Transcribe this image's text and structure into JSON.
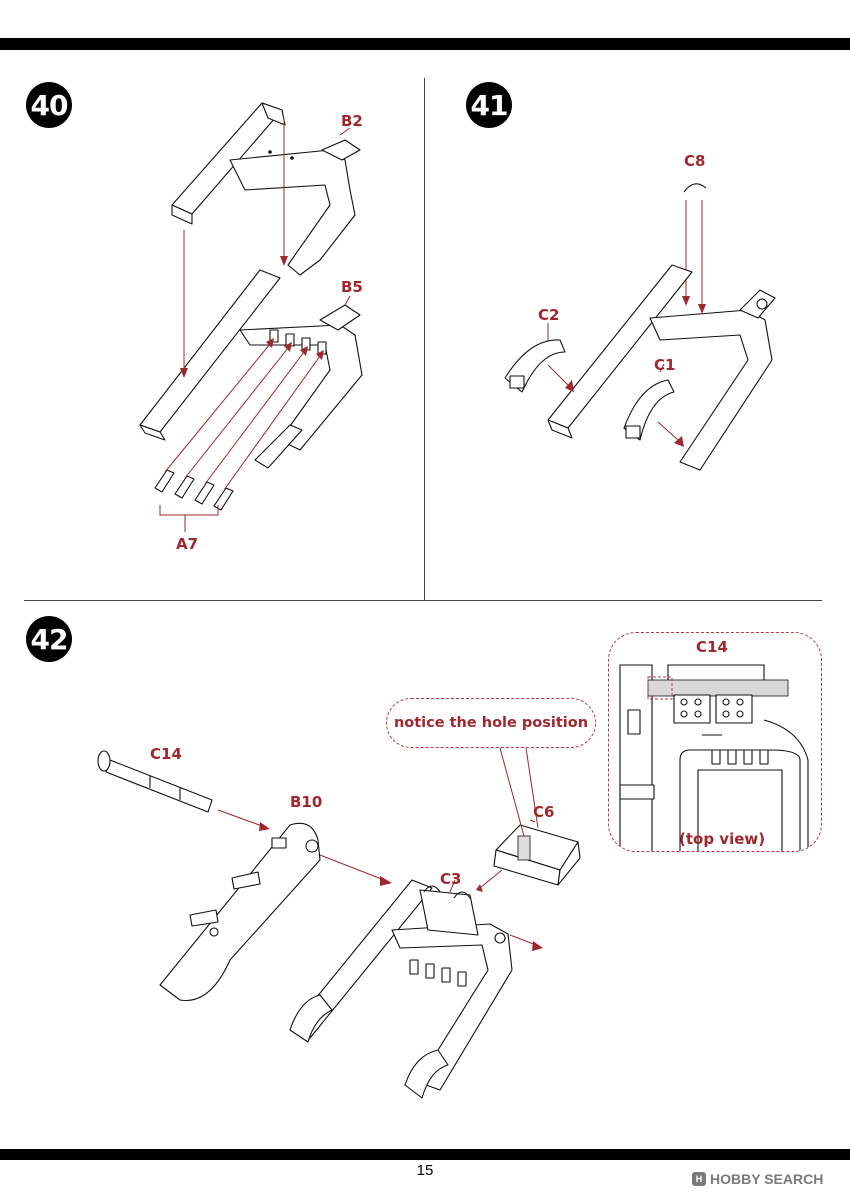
{
  "page": {
    "number": "15",
    "watermark": "HOBBY SEARCH"
  },
  "steps": [
    {
      "number": "40",
      "labels": {
        "b2": "B2",
        "b5": "B5",
        "a7": "A7"
      }
    },
    {
      "number": "41",
      "labels": {
        "c8": "C8",
        "c2": "C2",
        "c1": "C1"
      }
    },
    {
      "number": "42",
      "labels": {
        "c14": "C14",
        "b10": "B10",
        "c6": "C6",
        "c3": "C3"
      },
      "note": "notice the hole position",
      "inset": {
        "label": "C14",
        "caption": "(top view)"
      }
    }
  ],
  "colors": {
    "accent": "#a1272d",
    "line": "#111111",
    "bar": "#000000"
  }
}
